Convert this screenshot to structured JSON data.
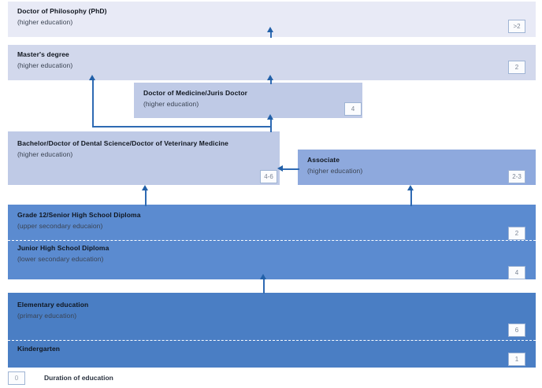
{
  "diagram": {
    "levels": [
      {
        "key": "phd",
        "title": "Doctor of Philosophy (PhD)",
        "subtitle": "(higher education)",
        "duration": ">2",
        "color": "#e8eaf6"
      },
      {
        "key": "master",
        "title": "Master's degree",
        "subtitle": "(higher education)",
        "duration": "2",
        "color": "#d2d8ec"
      },
      {
        "key": "mdjd",
        "title": "Doctor of Medicine/Juris Doctor",
        "subtitle": "(higher education)",
        "duration": "4",
        "color": "#bfcae6"
      },
      {
        "key": "bachelor",
        "title": "Bachelor/Doctor of Dental Science/Doctor of Veterinary Medicine",
        "subtitle": "(higher education)",
        "duration": "4-6",
        "color": "#bfcae6"
      },
      {
        "key": "associate",
        "title": "Associate",
        "subtitle": "(higher education)",
        "duration": "2-3",
        "color": "#8ea9dd"
      },
      {
        "key": "senior_high",
        "title": "Grade 12/Senior High School Diploma",
        "subtitle": "(upper secondary educaion)",
        "duration": "2",
        "color": "#5b8bd0"
      },
      {
        "key": "junior_high",
        "title": "Junior High School Diploma",
        "subtitle": "(lower secondary education)",
        "duration": "4",
        "color": "#5b8bd0"
      },
      {
        "key": "elementary",
        "title": "Elementary education",
        "subtitle": "(primary education)",
        "duration": "6",
        "color": "#4a7ec4"
      },
      {
        "key": "kindergarten",
        "title": "Kindergarten",
        "subtitle": "",
        "duration": "1",
        "color": "#4a7ec4"
      }
    ],
    "legend": {
      "badge": "0",
      "label": "Duration of education"
    },
    "colors": {
      "connector": "#2e6ab3",
      "arrow": "#2260a8",
      "badge_border": "#9fb4d4",
      "badge_text": "#7b8595",
      "divider": "#ffffff",
      "background": "#ffffff"
    }
  }
}
